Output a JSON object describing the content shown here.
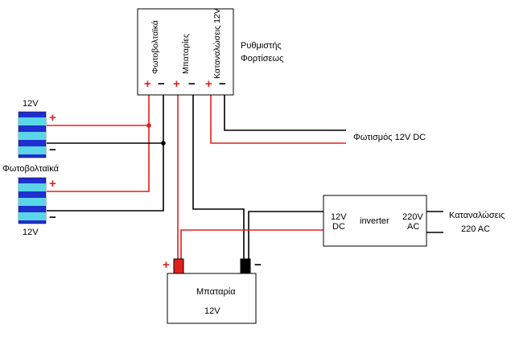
{
  "controller": {
    "label_line1": "Ρυθμιστής",
    "label_line2": "Φορτίσεως",
    "terminal_pv": "Φωτοβολταϊκά",
    "terminal_battery": "Μπαταρίες",
    "terminal_load": "Καταναλώσεις 12V"
  },
  "panels": {
    "top_voltage": "12V",
    "name": "Φωτοβολταϊκά",
    "bottom_voltage": "12V"
  },
  "lighting_label": "Φωτισμός 12V DC",
  "inverter": {
    "name": "inverter",
    "input_line1": "12V",
    "input_line2": "DC",
    "output_line1": "220V",
    "output_line2": "AC"
  },
  "consumers": {
    "line1": "Καταναλώσεις",
    "line2": "220 AC"
  },
  "battery": {
    "name": "Μπαταρία",
    "voltage": "12V"
  },
  "signs": {
    "plus": "+",
    "minus": "−"
  },
  "colors": {
    "positive_wire": "#e0201c",
    "negative_wire": "#000000",
    "panel_dark": "#1f2fd0",
    "panel_light": "#5ad6e8"
  }
}
